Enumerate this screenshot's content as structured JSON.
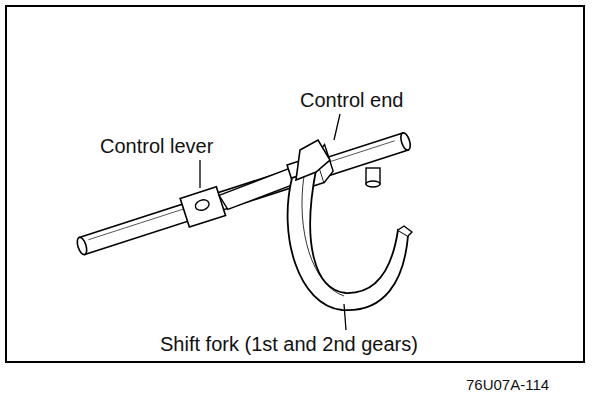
{
  "diagram": {
    "labels": [
      "Control end",
      "Control lever",
      "Shift fork (1st and 2nd gears)",
      "76U07A-114"
    ]
  }
}
